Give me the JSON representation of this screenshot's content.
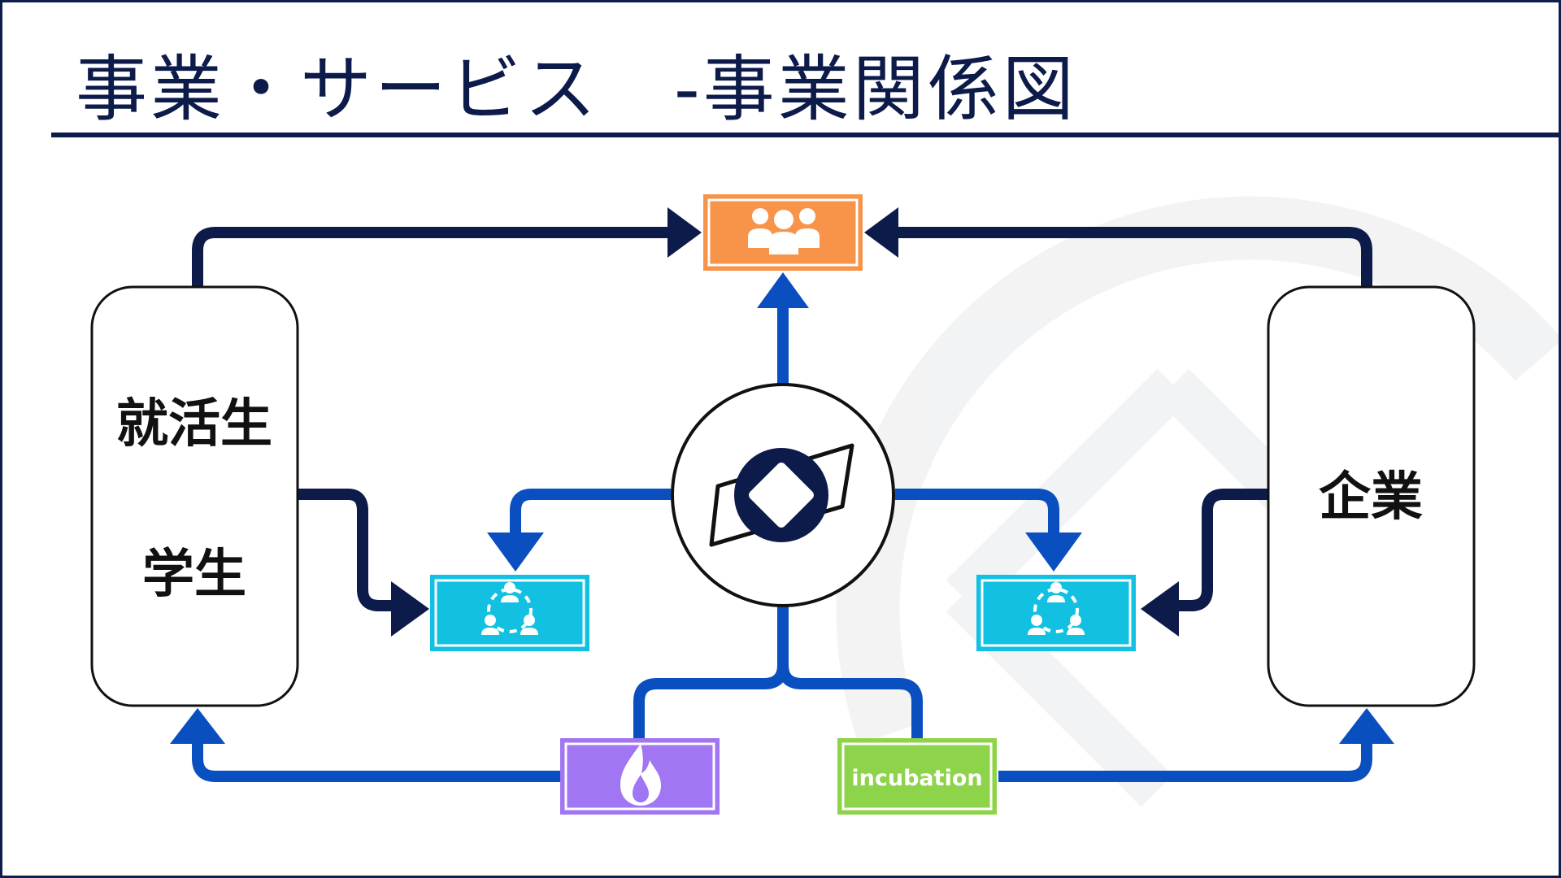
{
  "slide": {
    "title": "事業・サービス　-事業関係図"
  },
  "nodes": {
    "left_label_1": "就活生",
    "left_label_2": "学生",
    "right_label": "企業",
    "incubation_label": "incubation"
  },
  "colors": {
    "navy": "#0d1b4a",
    "blue": "#0a4fc0",
    "orange": "#f7944a",
    "cyan": "#12c1e2",
    "purple": "#a076f2",
    "green": "#8ed44a"
  },
  "icons": {
    "top_box": "group-of-people-icon",
    "center": "brand-logo-icon",
    "community": "community-network-icon",
    "purple_box": "flame-icon"
  }
}
